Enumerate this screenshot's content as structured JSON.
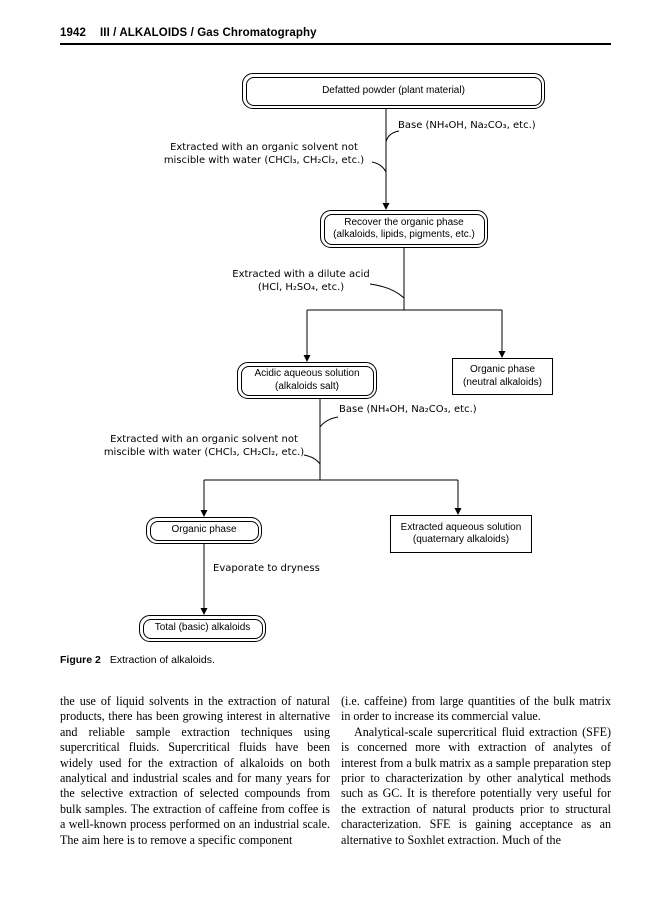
{
  "header": {
    "page_number": "1942",
    "running_head": "III / ALKALOIDS / Gas Chromatography"
  },
  "figure": {
    "caption_label": "Figure 2",
    "caption_text": "Extraction of alkaloids.",
    "nodes": {
      "defatted_powder": "Defatted powder (plant material)",
      "recover_organic": "Recover the organic phase\n(alkaloids, lipids, pigments, etc.)",
      "acidic_aqueous": "Acidic aqueous solution\n(alkaloids salt)",
      "organic_phase_neutral": "Organic phase\n(neutral alkaloids)",
      "organic_phase": "Organic phase",
      "extracted_aqueous": "Extracted aqueous solution\n(quaternary alkaloids)",
      "total_alkaloids": "Total (basic) alkaloids"
    },
    "labels": {
      "base_1": "Base (NH₄OH, Na₂CO₃, etc.)",
      "solvent_1": "Extracted with an organic solvent not\nmiscible with water (CHCl₃, CH₂Cl₂, etc.)",
      "dilute_acid": "Extracted with a dilute acid\n(HCl, H₂SO₄, etc.)",
      "base_2": "Base (NH₄OH, Na₂CO₃, etc.)",
      "solvent_2": "Extracted with an organic solvent not\nmiscible with water (CHCl₃, CH₂Cl₂, etc.)",
      "evaporate": "Evaporate to dryness"
    }
  },
  "body": {
    "left_column": "the use of liquid solvents in the extraction of natural products, there has been growing interest in alternative and reliable sample extraction techniques using supercritical fluids. Supercritical fluids have been widely used for the extraction of alkaloids on both analytical and industrial scales and for many years for the selective extraction of selected compounds from bulk samples. The extraction of caffeine from coffee is a well-known process performed on an industrial scale. The aim here is to remove a specific component",
    "right_column_p1": "(i.e. caffeine) from large quantities of the bulk matrix in order to increase its commercial value.",
    "right_column_p2": "Analytical-scale supercritical fluid extraction (SFE) is concerned more with extraction of analytes of interest from a bulk matrix as a sample preparation step prior to characterization by other analytical methods such as GC. It is therefore potentially very useful for the extraction of natural products prior to structural characterization. SFE is gaining acceptance as an alternative to Soxhlet extraction. Much of the"
  }
}
